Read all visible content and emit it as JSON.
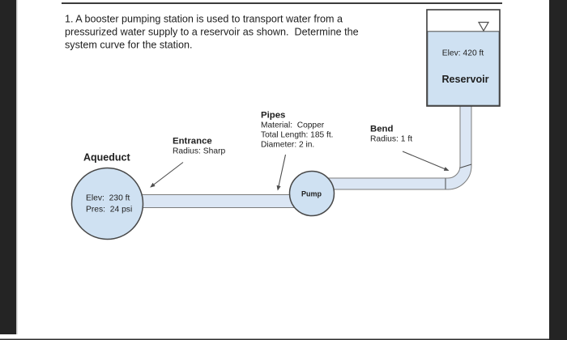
{
  "problem": {
    "lines": [
      "1. A booster pumping station is used to transport water from a",
      "pressurized water supply to a reservoir as shown.  Determine the",
      "system curve for the station."
    ]
  },
  "reservoir": {
    "elev": "Elev: 420 ft",
    "label": "Reservoir"
  },
  "aqueduct": {
    "label": "Aqueduct",
    "elev": "Elev:  230 ft",
    "pres": "Pres:  24 psi"
  },
  "pump": {
    "label": "Pump"
  },
  "entrance": {
    "label": "Entrance",
    "detail": "Radius: Sharp"
  },
  "pipes": {
    "label": "Pipes",
    "material": "Material:  Copper",
    "length": "Total Length: 185 ft.",
    "diameter": "Diameter: 2 in."
  },
  "bend": {
    "label": "Bend",
    "detail": "Radius: 1 ft"
  },
  "colors": {
    "water_fill": "#cfe1f2",
    "pipe_fill": "#dbe6f4",
    "tank_empty_fill": "#ffffff",
    "outline_dark": "#474747",
    "pipe_stroke": "#7c7c7c",
    "arrow": "#4d4d4d",
    "text": "#202020",
    "side_bar": "#242424",
    "rule_line": "#3b3b3b"
  }
}
